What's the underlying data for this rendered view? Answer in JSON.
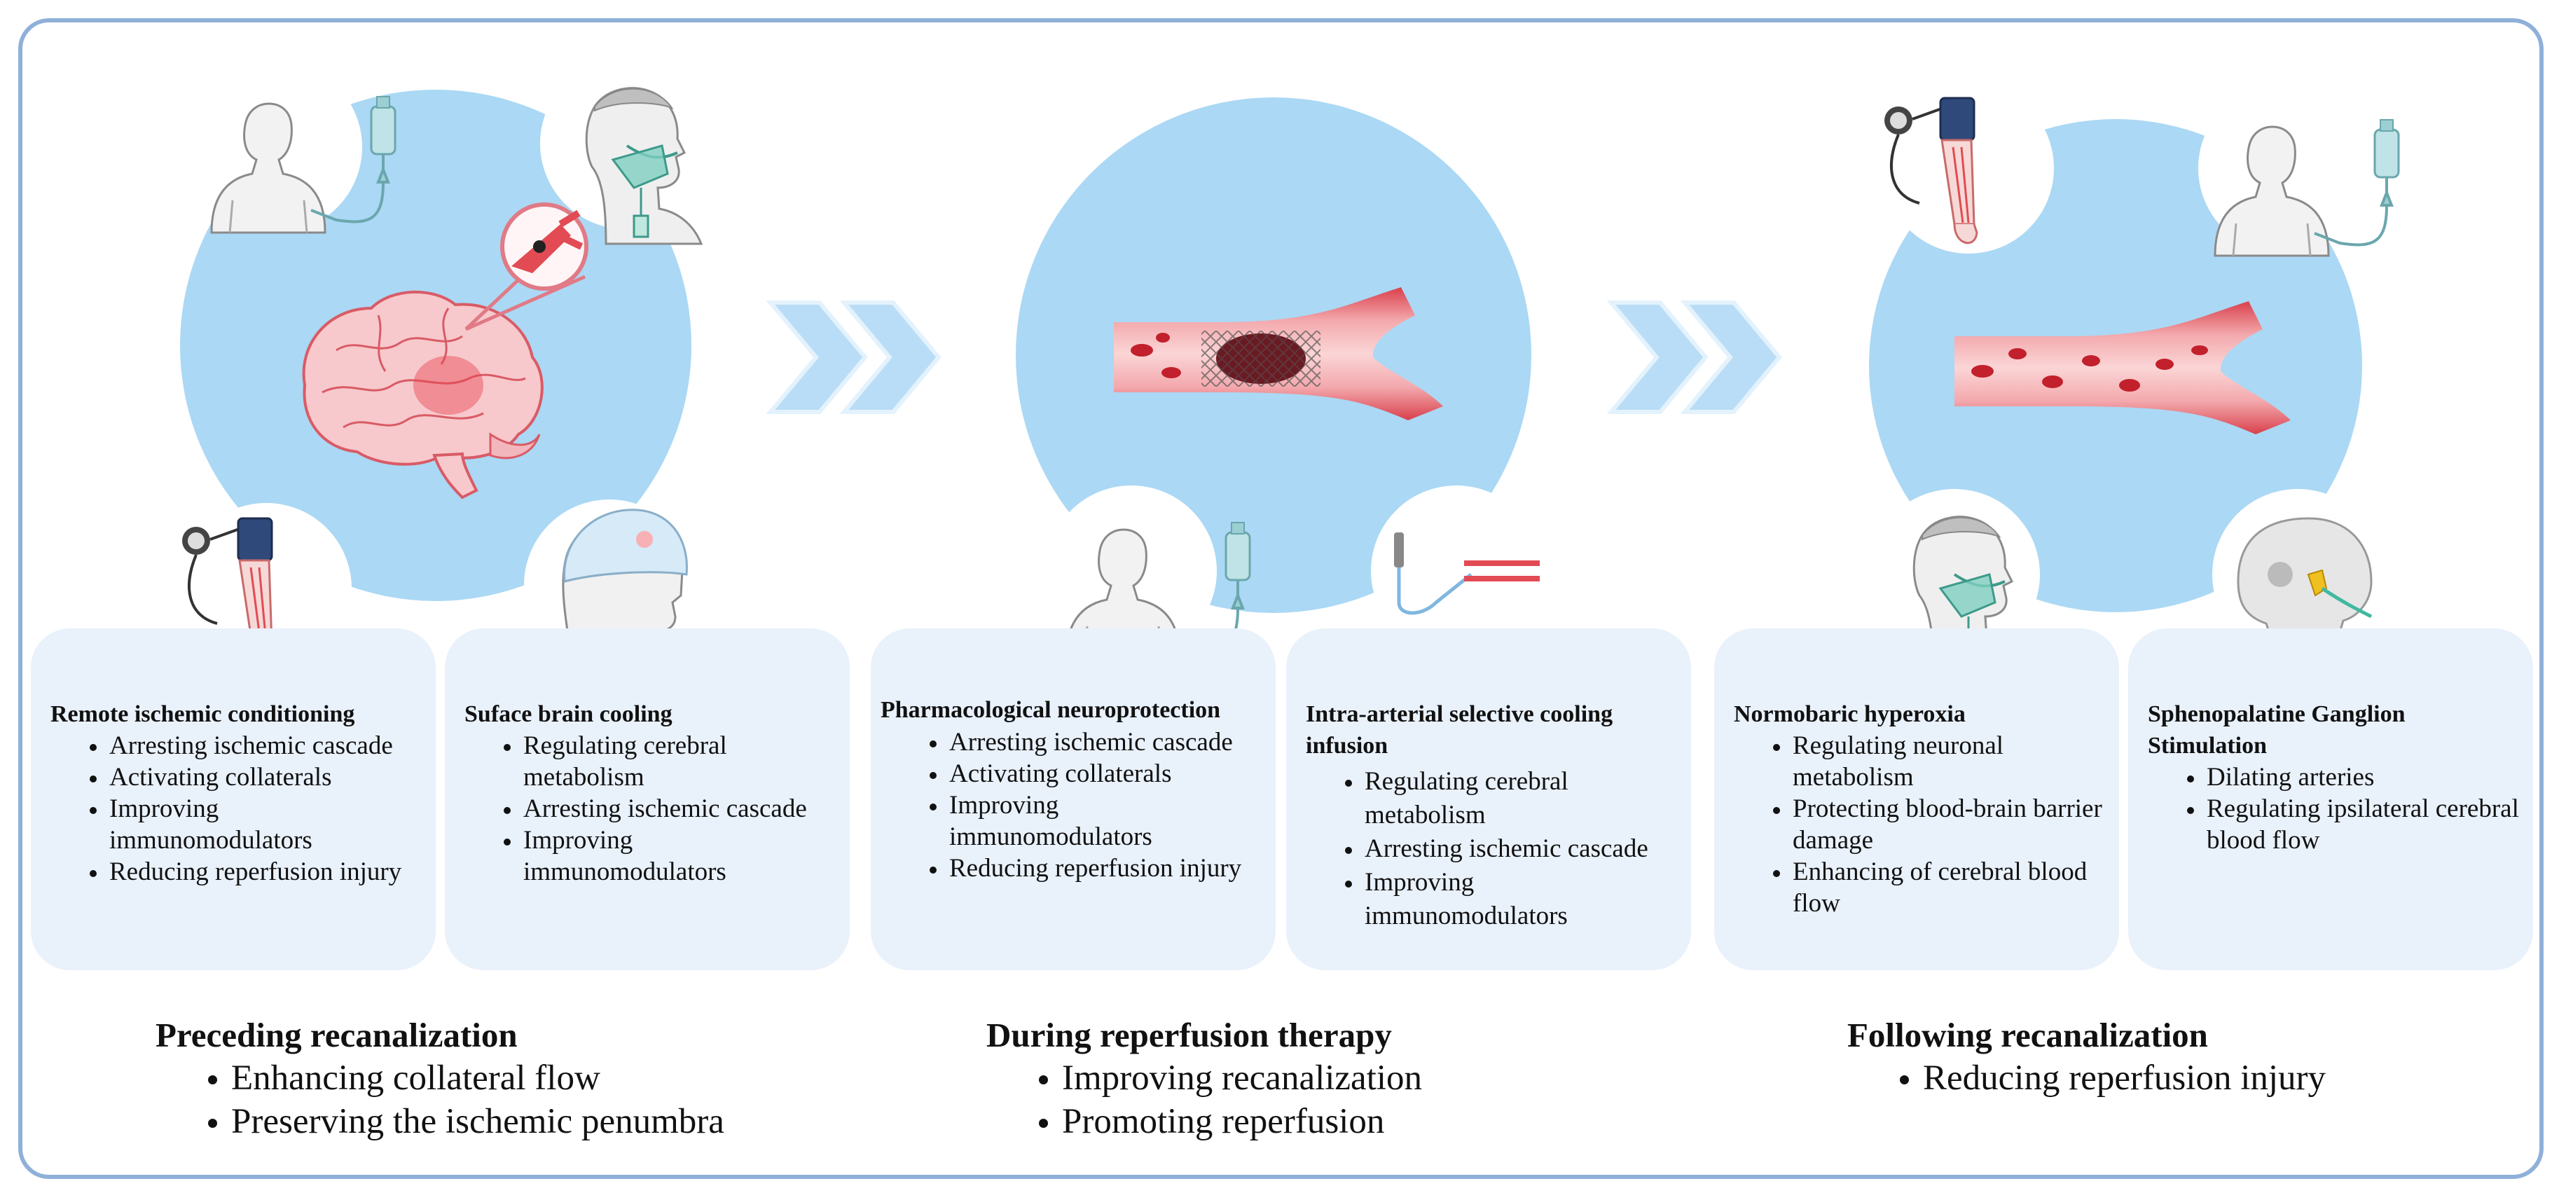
{
  "colors": {
    "border": "#8fb0d9",
    "circle": "#abd8f4",
    "card": "#e9f1fb",
    "vessel": "#e24b54",
    "chevron": "#b9ddf6"
  },
  "icons": [
    "person-iv-icon",
    "oxygen-mask-icon",
    "brain-icon",
    "blood-pressure-cuff-icon",
    "cooling-helmet-icon",
    "chevron-right-icon",
    "vessel-thrombus-stent-icon",
    "catheter-icon",
    "vessel-open-icon",
    "skull-ganglion-icon"
  ],
  "cards": [
    {
      "title": "Remote ischemic conditioning",
      "items": [
        "Arresting ischemic cascade",
        "Activating collaterals",
        "Improving immunomodulators",
        "Reducing reperfusion injury"
      ]
    },
    {
      "title": "Suface brain cooling",
      "items": [
        "Regulating cerebral metabolism",
        "Arresting ischemic cascade",
        "Improving immunomodulators"
      ]
    },
    {
      "title": "Pharmacological neuroprotection",
      "items": [
        "Arresting ischemic cascade",
        "Activating collaterals",
        "Improving immunomodulators",
        "Reducing reperfusion injury"
      ]
    },
    {
      "title": "Intra-arterial selective cooling infusion",
      "items": [
        "Regulating cerebral metabolism",
        "Arresting ischemic cascade",
        "Improving immunomodulators"
      ]
    },
    {
      "title": "Normobaric hyperoxia",
      "items": [
        "Regulating neuronal metabolism",
        "Protecting blood-brain barrier damage",
        "Enhancing of cerebral blood flow"
      ]
    },
    {
      "title": "Sphenopalatine Ganglion Stimulation",
      "items": [
        "Dilating arteries",
        "Regulating ipsilateral cerebral blood flow"
      ]
    }
  ],
  "phases": [
    {
      "title": "Preceding recanalization",
      "items": [
        "Enhancing collateral flow",
        "Preserving the ischemic penumbra"
      ]
    },
    {
      "title": "During reperfusion therapy",
      "items": [
        "Improving recanalization",
        "Promoting reperfusion"
      ]
    },
    {
      "title": "Following recanalization",
      "items": [
        "Reducing reperfusion injury"
      ]
    }
  ]
}
